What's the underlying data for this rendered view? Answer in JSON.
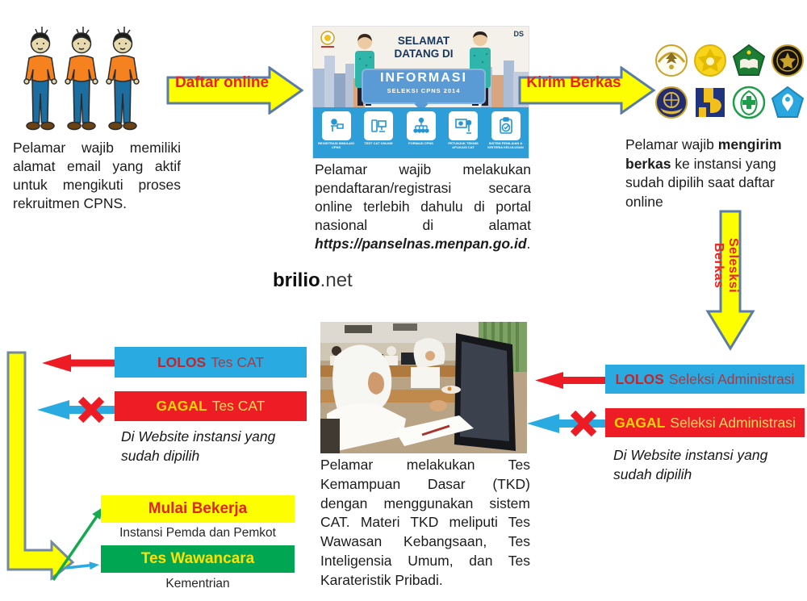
{
  "watermark": {
    "bold": "brilio",
    "rest": ".net"
  },
  "colors": {
    "arrow_fill": "#fdff00",
    "arrow_border": "#5b7ca8",
    "blue_bar": "#29abe2",
    "red_bar": "#ee1c25",
    "green_bar": "#00a651",
    "yellow_bar": "#fdff00",
    "label_red": "#e8251f",
    "lolos_text": "#c1272d",
    "gagal_text": "#ffd400"
  },
  "steps": {
    "email": {
      "text": "Pelamar wajib memiliki alamat email yang aktif untuk mengikuti proses rekruitmen CPNS."
    },
    "register": {
      "pre": "Pelamar wajib melakukan pendaftaran/registrasi secara online terlebih dahulu di portal nasional di alamat ",
      "url": "https://panselnas.menpan.go.id",
      "post": "."
    },
    "kirim": {
      "pre": "Pelamar wajib ",
      "bold": "mengirim berkas",
      "post": " ke instansi yang sudah dipilih saat daftar online"
    },
    "cat": {
      "text": "Pelamar melakukan Tes Kemampuan Dasar (TKD) dengan menggunakan sistem CAT. Materi TKD meliputi Tes Wawasan Kebangsaan, Tes Inteligensia Umum, dan Tes Karateristik Pribadi."
    }
  },
  "arrows": {
    "daftar": {
      "label": "Daftar online"
    },
    "kirim": {
      "label": "Kirim Berkas"
    },
    "seleksi": {
      "label": "Selesksi Berkas"
    }
  },
  "portal": {
    "welcome": "SELAMAT DATANG DI",
    "title": "INFORMASI",
    "subtitle": "SELEKSI CPNS 2014",
    "brand": "DS",
    "menu": [
      "REGISTRASI SIMULASI CPNS",
      "TEST CAT ONLINE",
      "FORMASI CPNS",
      "PETUNJUK TEKNIS APLIKASI CAT",
      "SISTEM PENILAIAN & KRITERIA KELULUSAN"
    ]
  },
  "admin": {
    "lolos": {
      "bold": "LOLOS",
      "rest": "Seleksi Administrasi"
    },
    "gagal": {
      "bold": "GAGAL",
      "rest": "Seleksi Administrasi"
    },
    "note": "Di Website instansi yang sudah dipilih"
  },
  "cat_results": {
    "lolos": {
      "bold": "LOLOS",
      "rest": "Tes CAT"
    },
    "gagal": {
      "bold": "GAGAL",
      "rest": "Tes CAT"
    },
    "note": "Di Website instansi yang sudah dipilih",
    "mulai": "Mulai Bekerja",
    "mulai_caption": "Instansi Pemda dan Pemkot",
    "wawancara": "Tes Wawancara",
    "wawancara_caption": "Kementrian"
  },
  "logos": [
    "garuda-national-emblem",
    "korpri-emblem",
    "religious-affairs-ministry-emblem",
    "defense-ministry-emblem",
    "transportation-ministry-emblem",
    "public-works-ministry-emblem",
    "health-ministry-emblem",
    "education-ministry-emblem"
  ]
}
